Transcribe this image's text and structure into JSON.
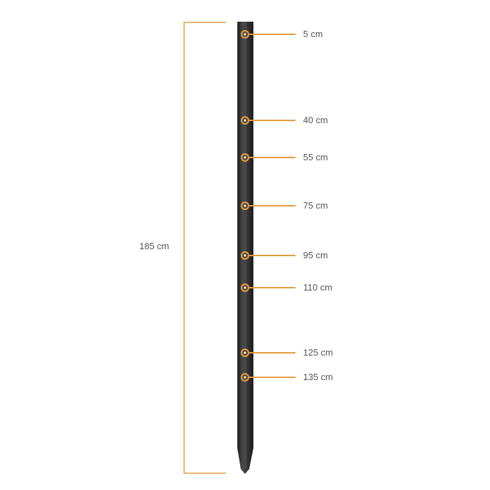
{
  "diagram": {
    "total_height_label": "185 cm",
    "markers": [
      {
        "label": "5 cm"
      },
      {
        "label": "40 cm"
      },
      {
        "label": "55 cm"
      },
      {
        "label": "75 cm"
      },
      {
        "label": "95 cm"
      },
      {
        "label": "110 cm"
      },
      {
        "label": "125 cm"
      },
      {
        "label": "135 cm"
      }
    ],
    "colors": {
      "accent": "#e39b3c",
      "bracket": "#e8b56d",
      "post": "#2e2e2e"
    }
  }
}
